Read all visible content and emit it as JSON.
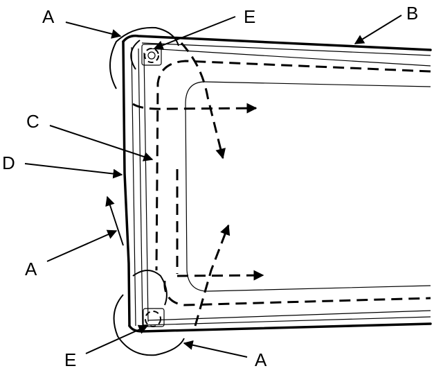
{
  "labels": {
    "a_top_left": "A",
    "a_left_middle": "A",
    "a_bottom_right": "A",
    "b": "B",
    "c": "C",
    "d": "D",
    "e_top": "E",
    "e_bottom": "E"
  }
}
